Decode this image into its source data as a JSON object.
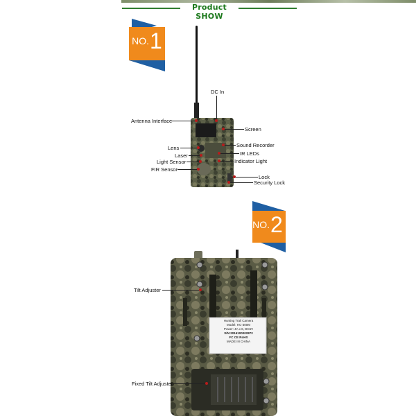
{
  "header": {
    "title": "Product SHOW"
  },
  "badges": [
    {
      "prefix": "NO.",
      "number": "1"
    },
    {
      "prefix": "NO.",
      "number": "2"
    }
  ],
  "product1": {
    "labels": {
      "dc_in": "DC In",
      "antenna_interface": "Antenna Interface",
      "screen": "Screen",
      "lens": "Lens",
      "sound_recorder": "Sound Recorder",
      "laser": "Laser",
      "ir_leds": "IR LEDs",
      "light_sensor": "Light Sensor",
      "indicator_light": "Indicator Light",
      "fir_sensor": "FIR Sensor",
      "lock": "Lock",
      "security_lock": "Security Lock"
    }
  },
  "product2": {
    "labels": {
      "tilt_adjuster": "Tilt Adjuster",
      "fixed_tilt_adjuster": "Fixed Tilt Adjuster"
    },
    "sticker": {
      "line1": "Hunting Trail Camera",
      "line2": "Model: HC-300M",
      "line3": "Power: 4A x 6, DC6V",
      "serial": "S/N:2016100002872",
      "marks": "FC  CE  RoHS",
      "made": "MADE IN CHINA"
    }
  },
  "colors": {
    "accent_orange": "#f08a1c",
    "accent_blue": "#1f5fa3",
    "header_green": "#1d7a1d",
    "callout_red": "#b71c1c"
  }
}
